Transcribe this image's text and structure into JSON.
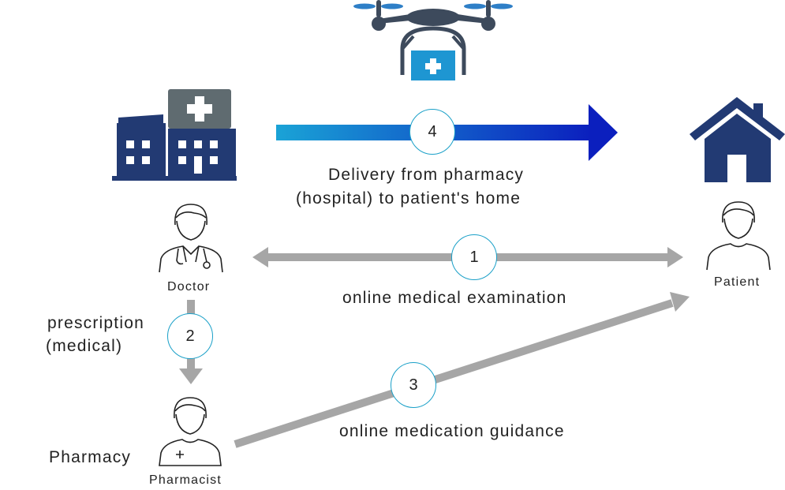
{
  "labels": {
    "delivery_line1": "Delivery   from pharmacy",
    "delivery_line2": "(hospital) to patient's home",
    "online_exam": "online   medical examination",
    "prescription_line1": "prescription",
    "prescription_line2": "(medical)",
    "online_guidance": "online   medication guidance",
    "pharmacy": "Pharmacy",
    "doctor": "Doctor",
    "patient": "Patient",
    "pharmacist": "Pharmacist"
  },
  "steps": [
    "1",
    "2",
    "3",
    "4"
  ],
  "icons": {
    "drone": "drone-icon",
    "hospital": "hospital-icon",
    "house": "house-icon",
    "doctor": "doctor-icon",
    "patient": "patient-icon",
    "pharmacist": "pharmacist-icon"
  },
  "colors": {
    "navy": "#223a73",
    "gray": "#a6a6a6",
    "arrow_gradient_start": "#1aa3d6",
    "arrow_gradient_end": "#0b1fbe",
    "circle_border": "#1aa0c8",
    "hospital_cross_block": "#5f6b70",
    "medkit_blue": "#1e96d2"
  }
}
